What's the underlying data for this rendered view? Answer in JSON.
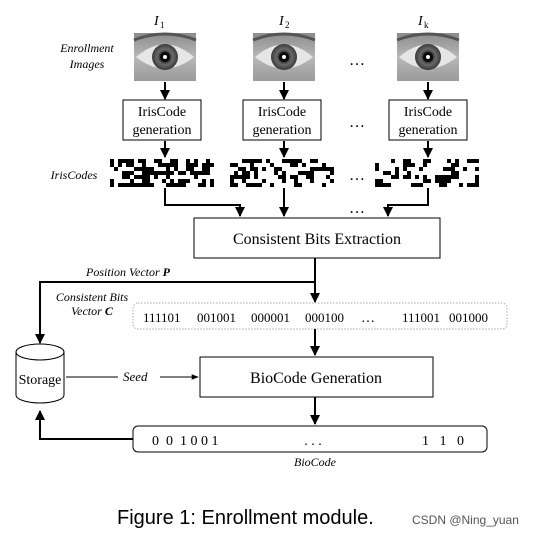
{
  "labels": {
    "enrollment_images": [
      "Enrollment",
      "Images"
    ],
    "iris_codes": "IrisCodes",
    "position_vector": "Position Vector ",
    "position_vector_symbol": "P",
    "consistent_bits_vector": [
      "Consistent Bits",
      "Vector "
    ],
    "consistent_bits_symbol": "C",
    "seed": "Seed",
    "biocode_caption": "BioCode"
  },
  "images": [
    {
      "label": "I",
      "subscript": "1"
    },
    {
      "label": "I",
      "subscript": "2"
    },
    {
      "label": "I",
      "subscript": "k"
    }
  ],
  "ellipsis": "…",
  "dots": "· · ·",
  "iriscode_box": [
    "IrisCode",
    "generation"
  ],
  "extraction_box": "Consistent Bits Extraction",
  "generation_box": "BioCode Generation",
  "storage": "Storage",
  "bit_vector": {
    "groups": [
      "111101",
      "001001",
      "000001",
      "000100"
    ],
    "ellipsis": "…",
    "tail": [
      "111001",
      "001000"
    ]
  },
  "biocode": {
    "start_bits": "0  0  1 0 0 1",
    "ellipsis": ". . .",
    "end_bits": "1   1   0"
  },
  "caption": "Figure 1:  Enrollment module.",
  "watermark": "CSDN @Ning_yuan"
}
